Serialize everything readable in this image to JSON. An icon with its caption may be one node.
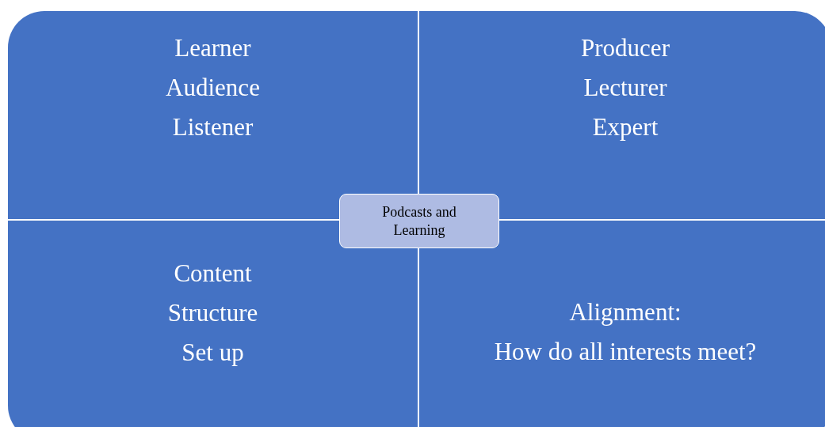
{
  "diagram": {
    "nodes": [
      {
        "text": [
          "Learner",
          "Audience",
          "Listener"
        ]
      },
      {
        "text": [
          "Producer",
          "Lecturer",
          "Expert"
        ]
      },
      {
        "text": [
          "Content",
          "Structure",
          "Set up"
        ]
      },
      {
        "text": [
          "Alignment:",
          "How do all interests meet?"
        ]
      },
      {
        "text": [
          "Podcasts and Learning"
        ]
      }
    ]
  }
}
